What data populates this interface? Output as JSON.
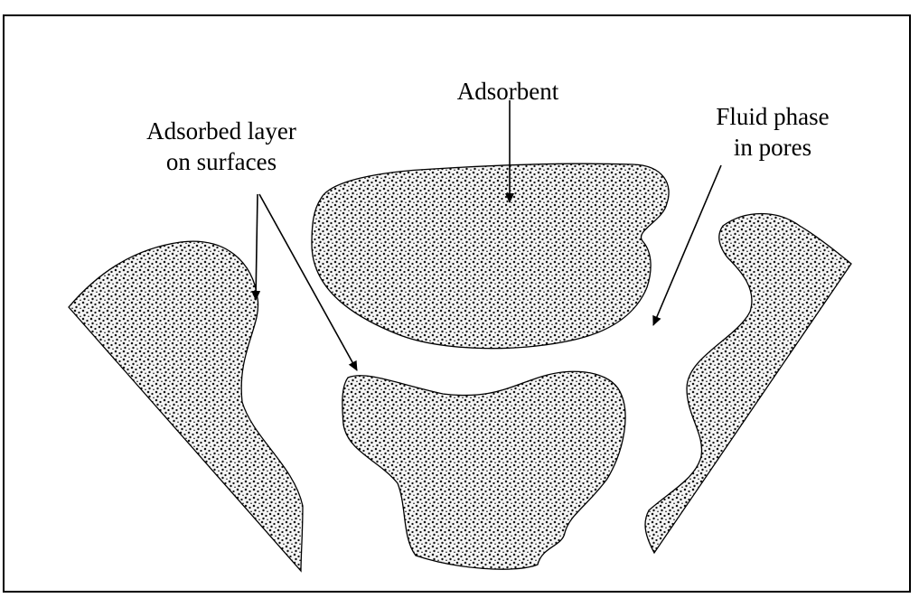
{
  "labels": {
    "adsorbent": "Adsorbent",
    "adsorbed_layer": [
      "Adsorbed layer",
      "on surfaces"
    ],
    "fluid_phase": [
      "Fluid phase",
      "in pores"
    ]
  },
  "colors": {
    "particle_fill": "#f4f4f4",
    "speckle": "#111111",
    "outline": "#000000",
    "background": "#ffffff"
  }
}
